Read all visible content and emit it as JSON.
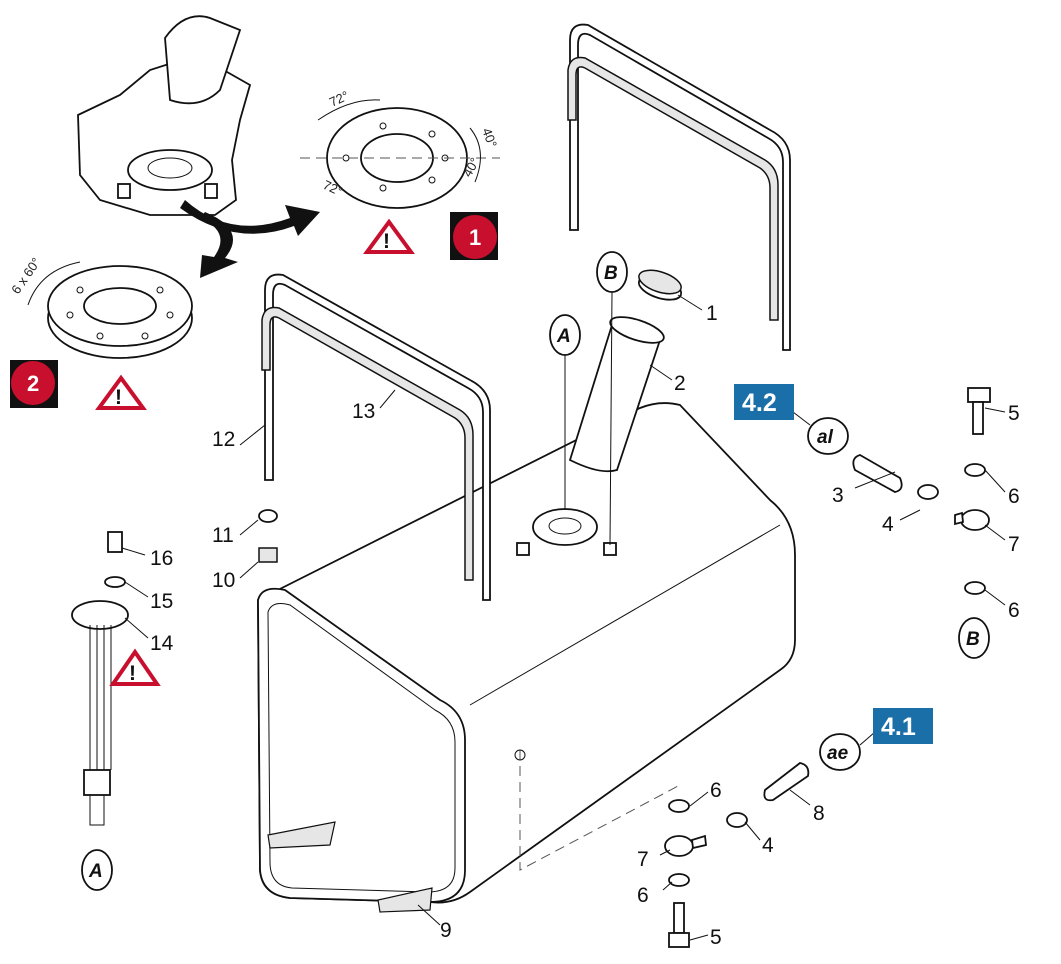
{
  "callouts": {
    "p1": "1",
    "p2": "2",
    "p3": "3",
    "p4a": "4",
    "p4b": "4",
    "p5a": "5",
    "p5b": "5",
    "p6a": "6",
    "p6b": "6",
    "p6c": "6",
    "p6d": "6",
    "p7a": "7",
    "p7b": "7",
    "p8": "8",
    "p9": "9",
    "p10": "10",
    "p11": "11",
    "p12": "12",
    "p13": "13",
    "p14": "14",
    "p15": "15",
    "p16": "16"
  },
  "references": {
    "a_fill": "A",
    "b_top": "B",
    "b_right": "B",
    "a_bottom": "A",
    "al": "al",
    "ae": "ae"
  },
  "badges": {
    "sec_42": "4.2",
    "sec_41": "4.1"
  },
  "steps": {
    "step1": "1",
    "step2": "2"
  },
  "angles": {
    "a72_top": "72°",
    "a72_bottom": "72°",
    "a40_top": "40°",
    "a40_bottom": "40°",
    "a6x60": "6 x 60°"
  },
  "colors": {
    "badge_blue": "#1a6fa8",
    "step_red": "#c8102e",
    "warning_red": "#c8102e"
  },
  "icons": [
    "warning-icon",
    "curved-arrow-icon"
  ]
}
